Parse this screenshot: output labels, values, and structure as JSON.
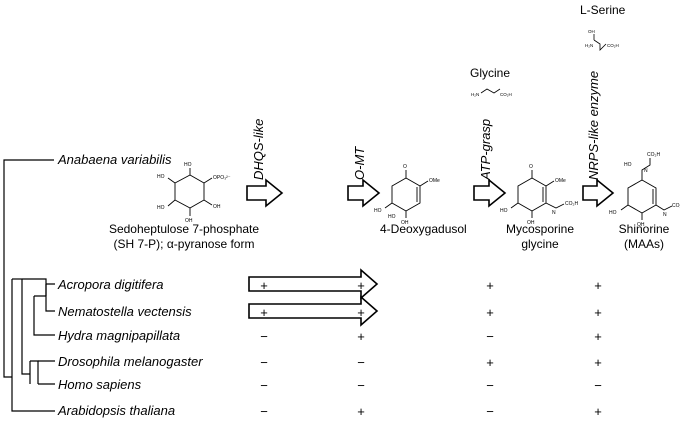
{
  "root_species": "Anabaena variabilis",
  "compounds": {
    "sh7p": "Sedoheptulose 7-phosphate\n(SH 7-P); α-pyranose form",
    "deoxygadusol": "4-Deoxygadusol",
    "mycosporine": "Mycosporine\nglycine",
    "shinorine": "Shinorine\n(MAAs)",
    "glycine": "Glycine",
    "serine": "L-Serine"
  },
  "enzymes": {
    "dhqs": "DHQS-like",
    "omt": "O-MT",
    "atp": "ATP-grasp",
    "nrps": "NRPS-like enzyme"
  },
  "species": [
    {
      "name": "Acropora digitifera",
      "dhqs": "+",
      "omt": "+",
      "atp": "+",
      "nrps": "+",
      "fused": true
    },
    {
      "name": "Nematostella vectensis",
      "dhqs": "+",
      "omt": "+",
      "atp": "+",
      "nrps": "+",
      "fused": true
    },
    {
      "name": "Hydra magnipapillata",
      "dhqs": "−",
      "omt": "+",
      "atp": "−",
      "nrps": "+",
      "fused": false
    },
    {
      "name": "Drosophila melanogaster",
      "dhqs": "−",
      "omt": "−",
      "atp": "+",
      "nrps": "+",
      "fused": false
    },
    {
      "name": "Homo sapiens",
      "dhqs": "−",
      "omt": "−",
      "atp": "−",
      "nrps": "−",
      "fused": false
    },
    {
      "name": "Arabidopsis thaliana",
      "dhqs": "−",
      "omt": "+",
      "atp": "−",
      "nrps": "+",
      "fused": false
    }
  ]
}
